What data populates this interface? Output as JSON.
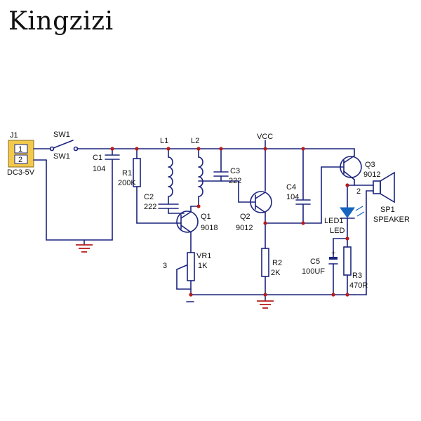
{
  "brand": "Kingzizi",
  "colors": {
    "wire": "#1a237e",
    "junction": "#b71c1c",
    "jack": "#f2c94c",
    "led": "#1565c0",
    "ground": "#b71c1c"
  },
  "connector": {
    "ref": "J1",
    "pin1": "1",
    "pin2": "2",
    "spec": "DC3-5V"
  },
  "switch": {
    "ref_top": "SW1",
    "ref_bottom": "SW1"
  },
  "c1": {
    "ref": "C1",
    "value": "104"
  },
  "r1": {
    "ref": "R1",
    "value": "200K"
  },
  "c2": {
    "ref": "C2",
    "value": "222"
  },
  "l1": {
    "ref": "L1"
  },
  "l2": {
    "ref": "L2"
  },
  "c3": {
    "ref": "C3",
    "value": "222"
  },
  "vcc": "VCC",
  "q1": {
    "ref": "Q1",
    "type": "9018"
  },
  "q2": {
    "ref": "Q2",
    "type": "9012"
  },
  "q3": {
    "ref": "Q3",
    "type": "9012"
  },
  "c4": {
    "ref": "C4",
    "value": "104"
  },
  "vr1": {
    "ref": "VR1",
    "value": "1K",
    "pin": "3"
  },
  "r2": {
    "ref": "R2",
    "value": "2K"
  },
  "led": {
    "ref": "LED1",
    "value": "LED"
  },
  "c5": {
    "ref": "C5",
    "value": "100UF",
    "polarity": "+"
  },
  "r3": {
    "ref": "R3",
    "value": "470R"
  },
  "speaker": {
    "ref": "SP1",
    "value": "SPEAKER",
    "pin": "2"
  }
}
